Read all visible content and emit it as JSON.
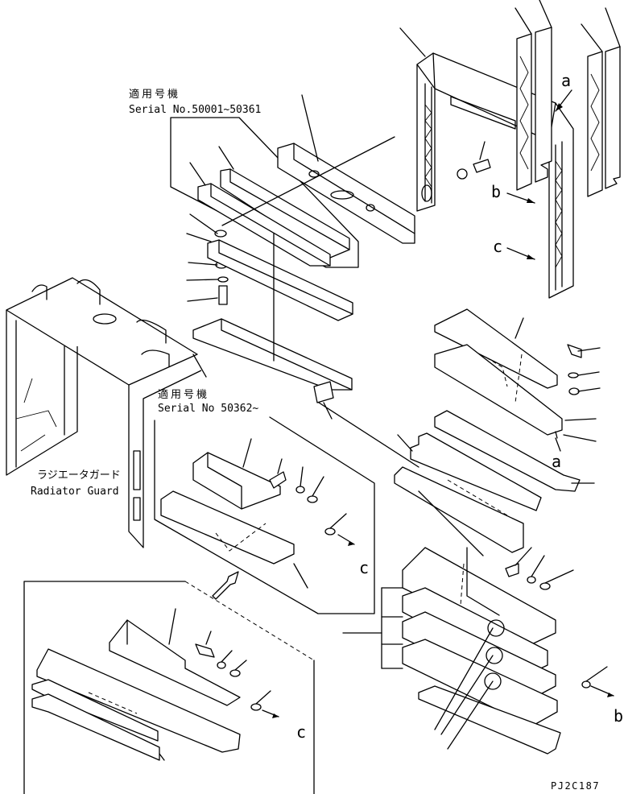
{
  "labels": {
    "serial_a_jp": "適用号機",
    "serial_a_en": "Serial No.50001~50361",
    "serial_b_jp": "適用号機",
    "serial_b_en": "Serial No 50362~",
    "guard_jp": "ラジエータガード",
    "guard_en": "Radiator Guard",
    "drawing_code": "PJ2C187"
  },
  "arrows": {
    "a": "a",
    "b": "b",
    "c": "c"
  }
}
